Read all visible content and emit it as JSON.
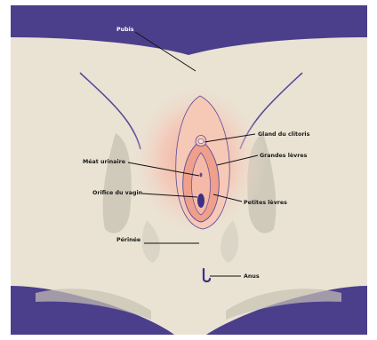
{
  "labels": {
    "pubis": "Pubis",
    "glans": "Gland du clitoris",
    "labia_majora": "Grandes lèvres",
    "urethral_meatus": "Méat urinaire",
    "vaginal_orifice": "Orifice du vagin",
    "labia_minora": "Petites lèvres",
    "perineum": "Périnée",
    "anus": "Anus"
  },
  "colors": {
    "background": "#ffffff",
    "dark_border": "#4b3f8c",
    "skin": "#eae3d4",
    "shadow": "#c7c2b3",
    "pink": "#f4b5a4",
    "inner_pink": "#e9a38e",
    "outline_purple": "#5a4a9a",
    "orifice": "#3b2f86"
  }
}
